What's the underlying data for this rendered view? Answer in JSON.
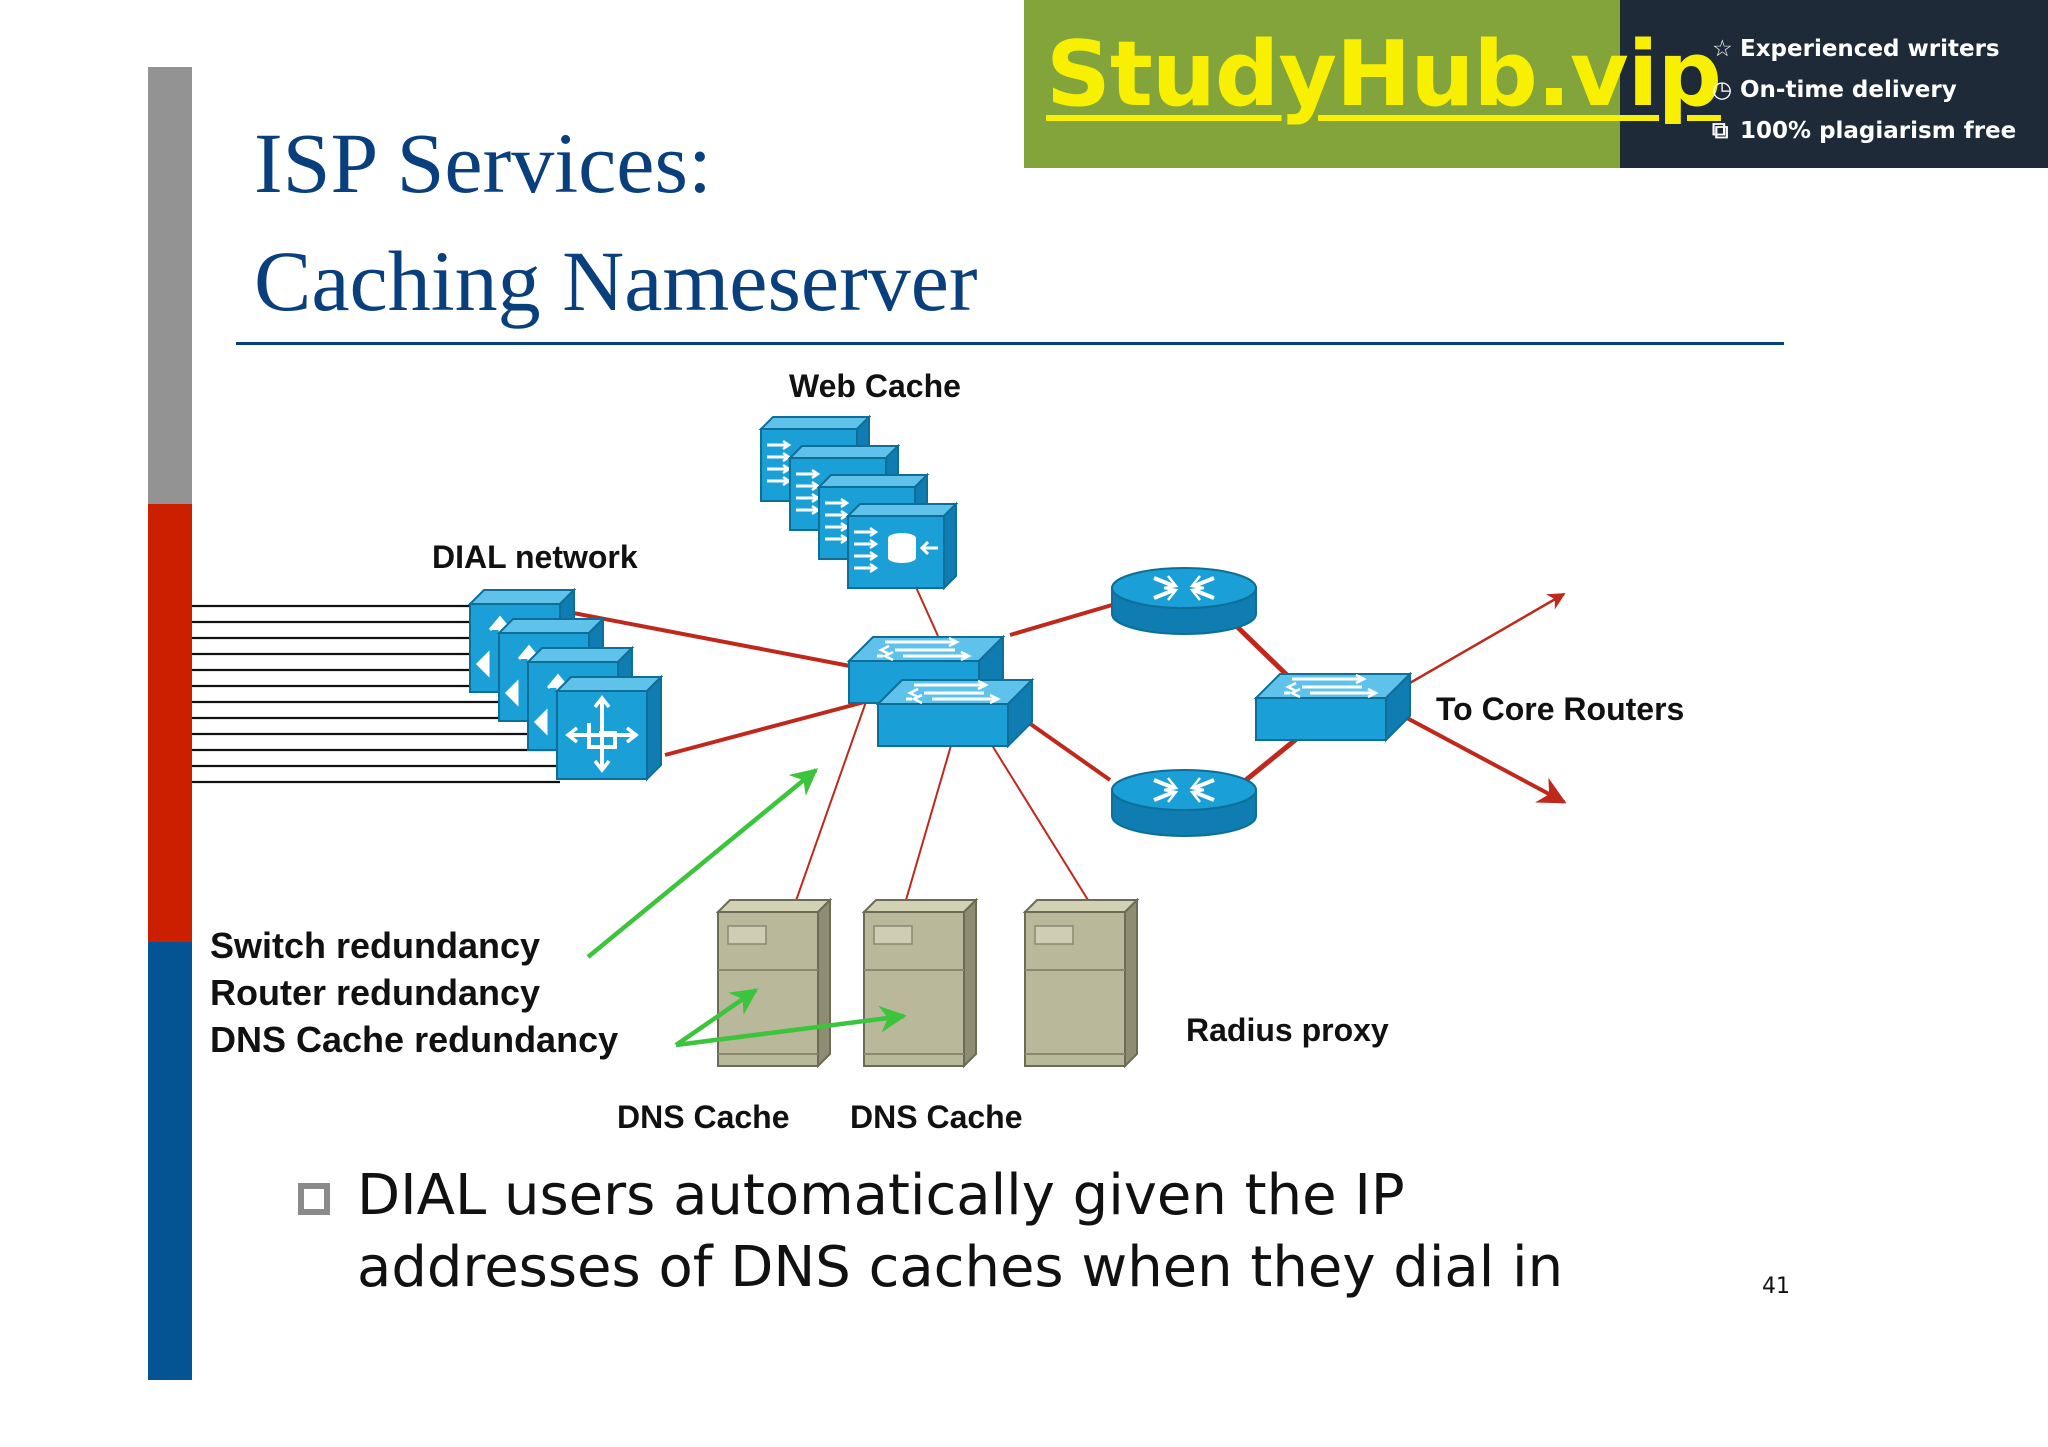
{
  "slide": {
    "title_line1": "ISP Services:",
    "title_line2": "Caching Nameserver",
    "bullet": "DIAL users automatically given the IP addresses of DNS caches when they dial in",
    "page_number": "41"
  },
  "banner": {
    "brand": "StudyHub.vip",
    "perks": [
      {
        "icon": "star-icon",
        "text": "Experienced writers"
      },
      {
        "icon": "clock-icon",
        "text": "On-time delivery"
      },
      {
        "icon": "copy-icon",
        "text": "100% plagiarism free"
      }
    ]
  },
  "diagram": {
    "labels": {
      "web_cache": "Web Cache",
      "dial_network": "DIAL network",
      "core_routers": "To Core Routers",
      "radius_proxy": "Radius proxy",
      "dns_cache_1": "DNS Cache",
      "dns_cache_2": "DNS Cache",
      "redundancy_1": "Switch redundancy",
      "redundancy_2": "Router redundancy",
      "redundancy_3": "DNS Cache redundancy"
    }
  },
  "colors": {
    "title": "#0a3f7d",
    "bar_gray": "#939393",
    "bar_red": "#cc1f00",
    "bar_blue": "#045493",
    "banner_green": "#82a43a",
    "banner_dark": "#1e2a38",
    "brand_yellow": "#f8f000",
    "device_blue": "#1a9fd6",
    "link_red": "#c0281c",
    "annotation_green": "#3cc43c",
    "server_beige": "#b9b89a"
  }
}
